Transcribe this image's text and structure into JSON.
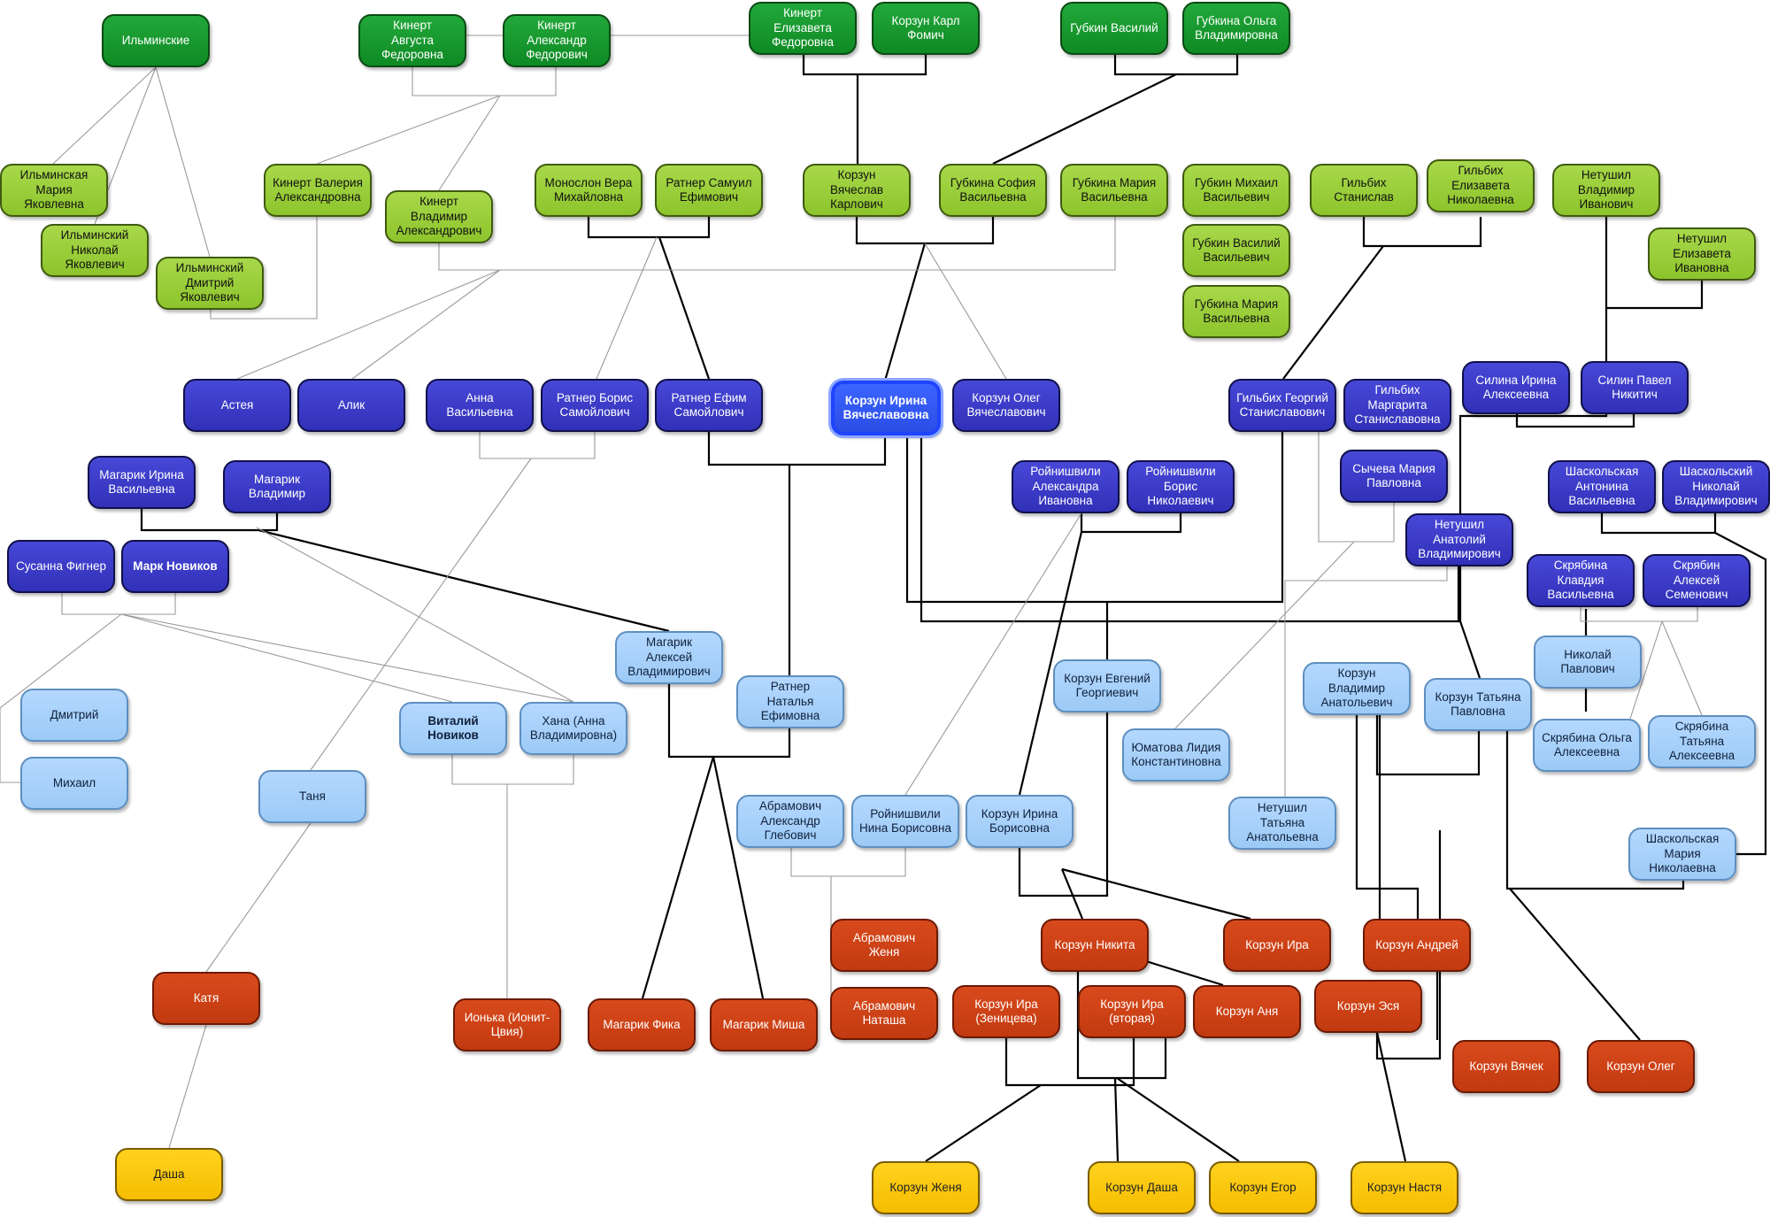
{
  "colors": {
    "gen0": "#1a9a2e",
    "gen1": "#9acd32",
    "gen2": "#3333cc",
    "gen3": "#a8d1ff",
    "gen4": "#cc3d14",
    "gen5": "#ffcc11",
    "highlight": "#2a4ee6"
  },
  "people": {
    "ilminskie": "Ильминские",
    "kinert_avgusta": "Кинерт\nАвгуста\nФедоровна",
    "kinert_aleksandr": "Кинерт\nАлександр\nФедорович",
    "kinert_elizaveta": "Кинерт\nЕлизавета\nФедоровна",
    "korzun_karl": "Корзун Карл\nФомич",
    "gubkin_vasiliy": "Губкин Василий",
    "gubkina_olga": "Губкина Ольга\nВладимировна",
    "ilminskaya_mariya": "Ильминская\nМария\nЯковлевна",
    "ilminskiy_nikolay": "Ильминский\nНиколай\nЯковлевич",
    "ilminskiy_dmitriy": "Ильминский\nДмитрий\nЯковлевич",
    "kinert_valeriya": "Кинерт Валерия\nАлександровна",
    "kinert_vladimir": "Кинерт\nВладимир\nАлександрович",
    "monoszon_vera": "Монослон Вера\nМихайловна",
    "ratner_samuil": "Ратнер Самуил\nЕфимович",
    "korzun_vyacheslav": "Корзун Вячеслав\nКарлович",
    "gubkina_sofiya": "Губкина София\nВасильевна",
    "gubkina_mariya1": "Губкина Мария\nВасильевна",
    "gubkin_mikhail": "Губкин Михаил\nВасильевич",
    "gubkin_vasiliy2": "Губкин Василий\nВасильевич",
    "gubkina_mariya2": "Губкина Мария\nВасильевна",
    "gilbikh_stanislav": "Гильбих\nСтанислав",
    "gilbikh_elizaveta": "Гильбих\nЕлизавета\nНиколаевна",
    "netushil_vladimir": "Нетушил\nВладимир\nИванович",
    "netushil_elizaveta": "Нетушил\nЕлизавета\nИвановна",
    "asteya": "Астея",
    "alik": "Алик",
    "anna_vasilevna": "Анна\nВасильевна",
    "ratner_boris": "Ратнер Борис\nСамойлович",
    "ratner_efim": "Ратнер Ефим\nСамойлович",
    "korzun_irina": "Корзун Ирина\nВячеславовна",
    "korzun_oleg_v": "Корзун Олег\nВячеславович",
    "gilbikh_georgiy": "Гильбих Георгий\nСтаниславович",
    "gilbikh_margarita": "Гильбих\nМаргарита\nСтаниславовна",
    "silina_irina": "Силина Ирина\nАлексеевна",
    "silin_pavel": "Силин Павел\nНикитич",
    "magarik_irina": "Магарик Ирина\nВасильевна",
    "magarik_vladimir": "Магарик\nВладимир",
    "susanna_figner": "Сусанна Фигнер",
    "mark_novikov": "Марк Новиков",
    "roynishvili_aleksandra": "Ройнишвили\nАлександра\nИвановна",
    "roynishvili_boris": "Ройнишвили\nБорис\nНиколаевич",
    "sycheva_mariya": "Сычева Мария\nПавловна",
    "netushil_anatoliy": "Нетушил\nАнатолий\nВладимирович",
    "shaskolskaya_antonina": "Шаскольская\nАнтонина\nВасильевна",
    "shaskolskiy_nikolay": "Шаскольский\nНиколай\nВладимирович",
    "skryabina_klavdiya": "Скрябина\nКлавдия\nВасильевна",
    "skryabin_aleksey": "Скрябин\nАлексей\nСеменович",
    "dmitriy": "Дмитрий",
    "mikhail": "Михаил",
    "vitaliy_novikov": "Виталий\nНовиков",
    "khana": "Хана (Анна\nВладимировна)",
    "tanya": "Таня",
    "magarik_aleksey": "Магарик Алексей\nВладимирович",
    "ratner_natalya": "Ратнер\nНаталья\nЕфимовна",
    "abramovich_aleksandr": "Абрамович\nАлександр\nГлебович",
    "roynishvili_nina": "Ройнишвили\nНина Борисовна",
    "korzun_evgeniy": "Корзун Евгений\nГеоргиевич",
    "yumatova_lidiya": "Юматова Лидия\nКонстантиновна",
    "korzun_irina_b": "Корзун Ирина\nБорисовна",
    "netushil_tatyana": "Нетушил\nТатьяна\nАнатольевна",
    "korzun_vladimir": "Корзун\nВладимир\nАнатольевич",
    "korzun_tatyana": "Корзун Татьяна\nПавловна",
    "nikolay_pavlovich": "Николай\nПавлович",
    "skryabina_olga": "Скрябина Ольга\nАлексеевна",
    "skryabina_tatyana": "Скрябина\nТатьяна\nАлексеевна",
    "shaskolskaya_mariya": "Шаскольская\nМария\nНиколаевна",
    "katya": "Катя",
    "ionka": "Ионька (Ионит-\nЦвия)",
    "magarik_fika": "Магарик Фика",
    "magarik_misha": "Магарик Миша",
    "abramovich_zhenya": "Абрамович\nЖеня",
    "abramovich_natasha": "Абрамович\nНаташа",
    "korzun_nikita": "Корзун Никита",
    "korzun_ira": "Корзун Ира",
    "korzun_andrey": "Корзун Андрей",
    "korzun_ira_zen": "Корзун Ира\n(Зеницева)",
    "korzun_ira_vtor": "Корзун Ира\n(вторая)",
    "korzun_anya": "Корзун Аня",
    "korzun_esya": "Корзун Эся",
    "korzun_vyachek": "Корзун Вячек",
    "korzun_oleg": "Корзун Олег",
    "dasha": "Даша",
    "korzun_zhenya": "Корзун Женя",
    "korzun_dasha": "Корзун Даша",
    "korzun_egor": "Корзун Егор",
    "korzun_nastya": "Корзун Настя"
  }
}
